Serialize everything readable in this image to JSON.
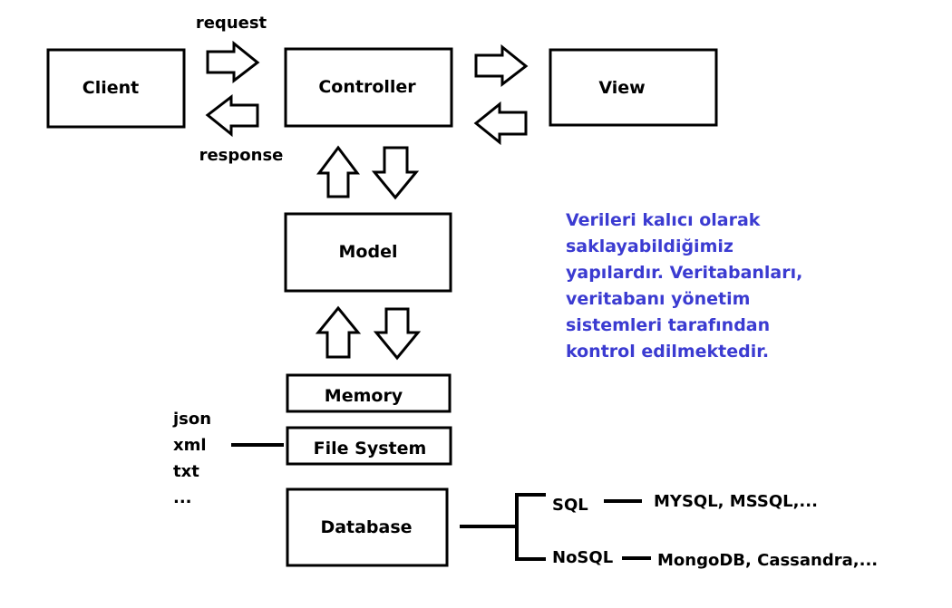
{
  "nodes": {
    "client": "Client",
    "controller": "Controller",
    "view": "View",
    "model": "Model",
    "memory": "Memory",
    "file_system": "File System",
    "database": "Database"
  },
  "edge_labels": {
    "request": "request",
    "response": "response"
  },
  "file_formats": [
    "json",
    "xml",
    "txt",
    "..."
  ],
  "database_types": {
    "sql": {
      "label": "SQL",
      "examples": "MYSQL, MSSQL,..."
    },
    "nosql": {
      "label": "NoSQL",
      "examples": "MongoDB, Cassandra,..."
    }
  },
  "note_lines": [
    "Verileri kalıcı olarak",
    "saklayabildiğimiz",
    "yapılardır. Veritabanları,",
    "veritabanı yönetim",
    "sistemleri tarafından",
    "kontrol edilmektedir."
  ],
  "colors": {
    "note_text": "#3b3bd1",
    "stroke": "#000000",
    "background": "#ffffff"
  }
}
